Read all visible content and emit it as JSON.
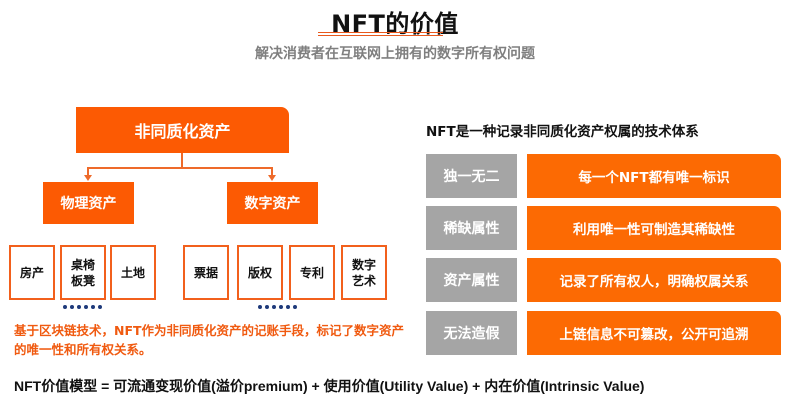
{
  "header": {
    "title": "NFT的价值",
    "subtitle": "解决消费者在互联网上拥有的数字所有权问题"
  },
  "tree": {
    "root": "非同质化资产",
    "branches": [
      {
        "label": "物理资产",
        "leaves": [
          "房产",
          "桌椅\n板凳",
          "土地"
        ]
      },
      {
        "label": "数字资产",
        "leaves": [
          "票据",
          "版权",
          "专利",
          "数字\n艺术"
        ]
      }
    ],
    "ellipsis": "••••••"
  },
  "note": "基于区块链技术，NFT作为非同质化资产的记账手段，标记了数字资产的唯一性和所有权关系。",
  "properties": {
    "heading": "NFT是一种记录非同质化资产权属的技术体系",
    "rows": [
      {
        "label": "独一无二",
        "desc": "每一个NFT都有唯一标识"
      },
      {
        "label": "稀缺属性",
        "desc": "利用唯一性可制造其稀缺性"
      },
      {
        "label": "资产属性",
        "desc": "记录了所有权人，明确权属关系"
      },
      {
        "label": "无法造假",
        "desc": "上链信息不可篡改，公开可追溯"
      }
    ]
  },
  "formula": "NFT价值模型 = 可流通变现价值(溢价premium)  + 使用价值(Utility Value) + 内在价值(Intrinsic Value)",
  "colors": {
    "accent_orange": "#fc5a03",
    "desc_orange": "#fc6a03",
    "label_gray": "#a5a5a5",
    "subtitle_gray": "#7f7f7f",
    "dot_navy": "#1e3a7b"
  }
}
